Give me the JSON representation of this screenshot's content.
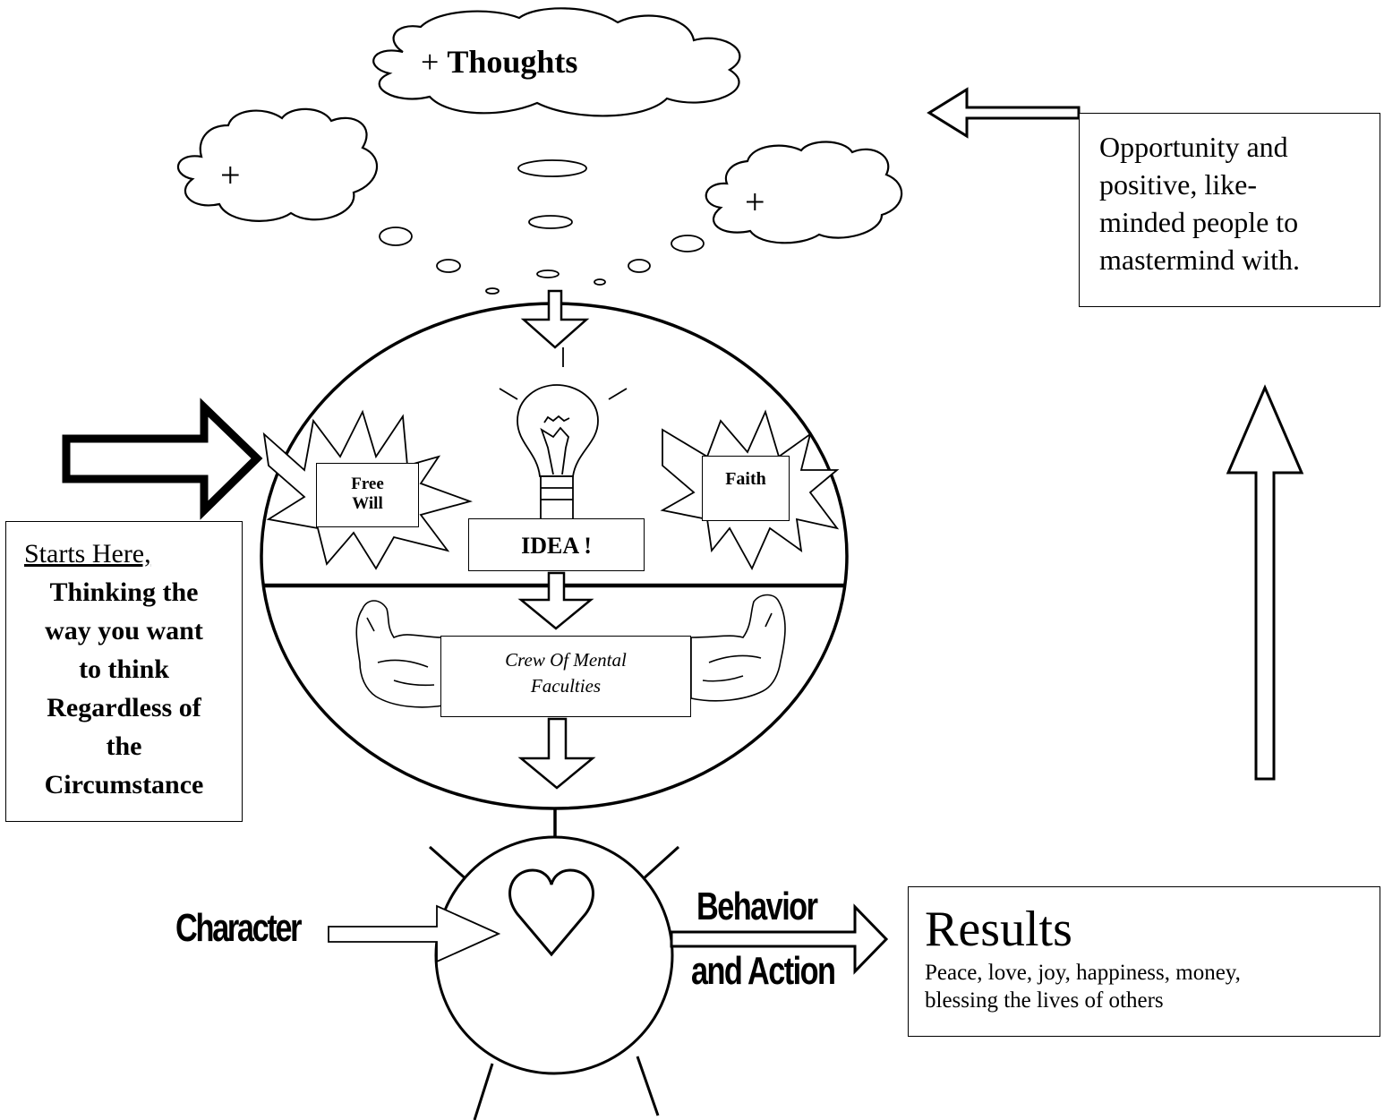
{
  "thoughts_cloud": {
    "plus": "+",
    "label": "Thoughts"
  },
  "left_cloud": {
    "plus": "+"
  },
  "right_cloud": {
    "plus": "+"
  },
  "free_will": {
    "line1": "Free",
    "line2": "Will"
  },
  "faith": {
    "label": "Faith"
  },
  "idea": {
    "label": "IDEA !"
  },
  "crew": {
    "line1": "Crew Of Mental",
    "line2": "Faculties"
  },
  "starts_here": {
    "heading": "Starts Here,",
    "lines": [
      "Thinking the",
      "way you want",
      "to think",
      "Regardless of",
      "the",
      "Circumstance"
    ]
  },
  "opportunity": {
    "lines": [
      "Opportunity and",
      "positive, like-",
      "minded people to",
      "mastermind with."
    ]
  },
  "character": {
    "label": "Character"
  },
  "behavior": {
    "line1": "Behavior",
    "line2": "and Action"
  },
  "results": {
    "title": "Results",
    "line1": "Peace, love, joy, happiness, money,",
    "line2": "blessing the lives of others"
  }
}
